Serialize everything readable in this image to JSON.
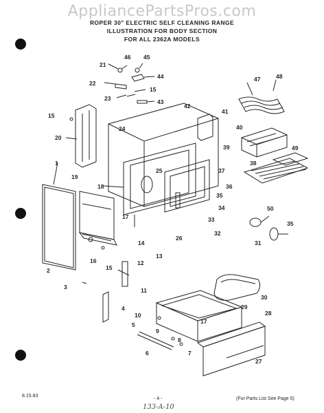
{
  "watermark": "AppliancePartsPros.com",
  "header": {
    "line1": "ROPER 30\" ELECTRIC SELF CLEANING RANGE",
    "line2": "ILLUSTRATION FOR BODY SECTION",
    "line3": "FOR ALL 2362A MODELS"
  },
  "callouts": [
    "46",
    "45",
    "21",
    "44",
    "22",
    "15",
    "23",
    "43",
    "47",
    "48",
    "42",
    "41",
    "15",
    "24",
    "40",
    "20",
    "39",
    "49",
    "1",
    "25",
    "37",
    "38",
    "19",
    "18",
    "36",
    "35",
    "17",
    "34",
    "50",
    "33",
    "35",
    "14",
    "32",
    "26",
    "31",
    "13",
    "2",
    "16",
    "15",
    "12",
    "3",
    "11",
    "30",
    "4",
    "29",
    "28",
    "10",
    "5",
    "17",
    "9",
    "8",
    "6",
    "7",
    "27"
  ],
  "footer": {
    "date": "8.15.83",
    "page": "- 4 -",
    "note": "(For Parts List See Page 5)",
    "handwritten": "133-A-10"
  }
}
